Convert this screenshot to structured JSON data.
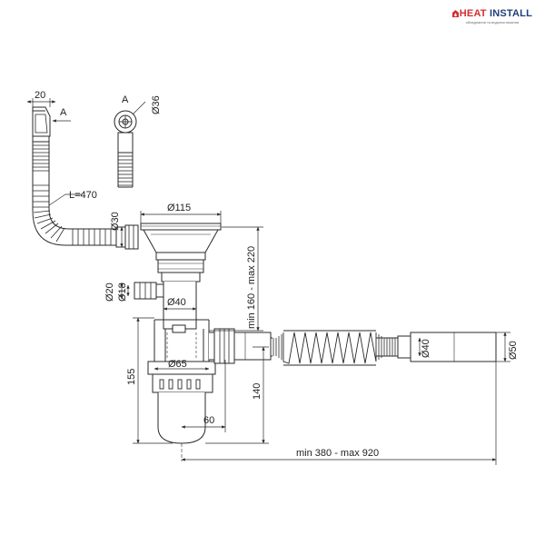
{
  "brand": {
    "name_hot": "HEAT",
    "name_cold": "INSTALL",
    "tagline": "обладнання та водопостачання",
    "colors": {
      "red": "#d32f2f",
      "blue": "#1f3f7a"
    }
  },
  "dimensions": {
    "overflow_width": "20",
    "view_marker": "A",
    "section_label": "A",
    "overflow_head_diameter": "Ø36",
    "hose_length": "L=470",
    "overflow_outlet_diameter": "Ø30",
    "grate_diameter": "Ø115",
    "height_range": "min 160 - max 220",
    "side_outlet_outer": "Ø20",
    "side_outlet_inner": "Ø18",
    "tube_diameter": "Ø40",
    "bottle_diameter": "Ø65",
    "trap_height": "155",
    "outlet_height": "140",
    "outlet_offset": "60",
    "flex_inner_diameter": "Ø40",
    "flex_outer_diameter": "Ø50",
    "length_range": "min 380 - max 920"
  }
}
